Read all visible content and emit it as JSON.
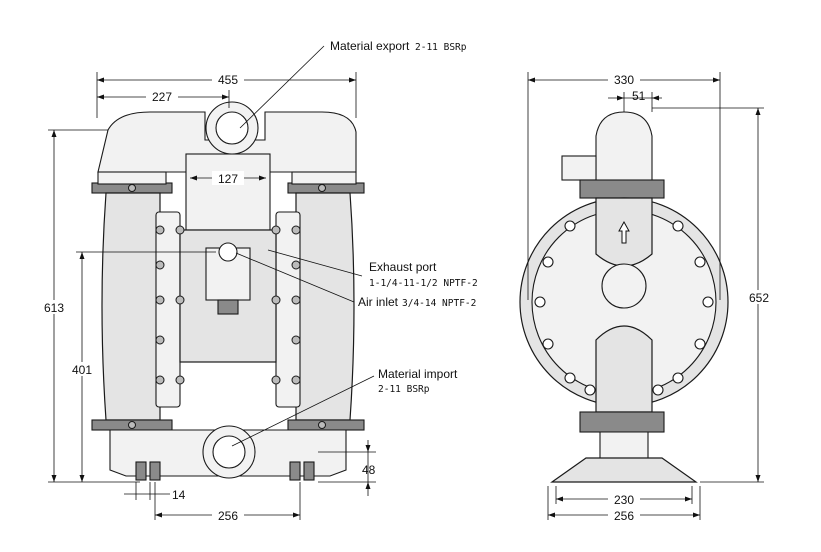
{
  "callouts": {
    "material_export": {
      "label": "Material export",
      "spec": "2-11 BSRp"
    },
    "exhaust_port": {
      "label": "Exhaust port",
      "spec": "1-1/4-11-1/2 NPTF-2"
    },
    "air_inlet": {
      "label": "Air inlet",
      "spec": "3/4-14 NPTF-2"
    },
    "material_import": {
      "label": "Material import",
      "spec": "2-11 BSRp"
    }
  },
  "front_view": {
    "dims": {
      "overall_width": "455",
      "half_width": "227",
      "inner_width": "127",
      "overall_height": "613",
      "inlet_height": "401",
      "foot_height": "48",
      "foot_width": "14",
      "foot_spacing": "256"
    }
  },
  "side_view": {
    "dims": {
      "overall_width": "330",
      "offset": "51",
      "overall_height": "652",
      "base_width": "230",
      "foot_spacing": "256"
    }
  }
}
